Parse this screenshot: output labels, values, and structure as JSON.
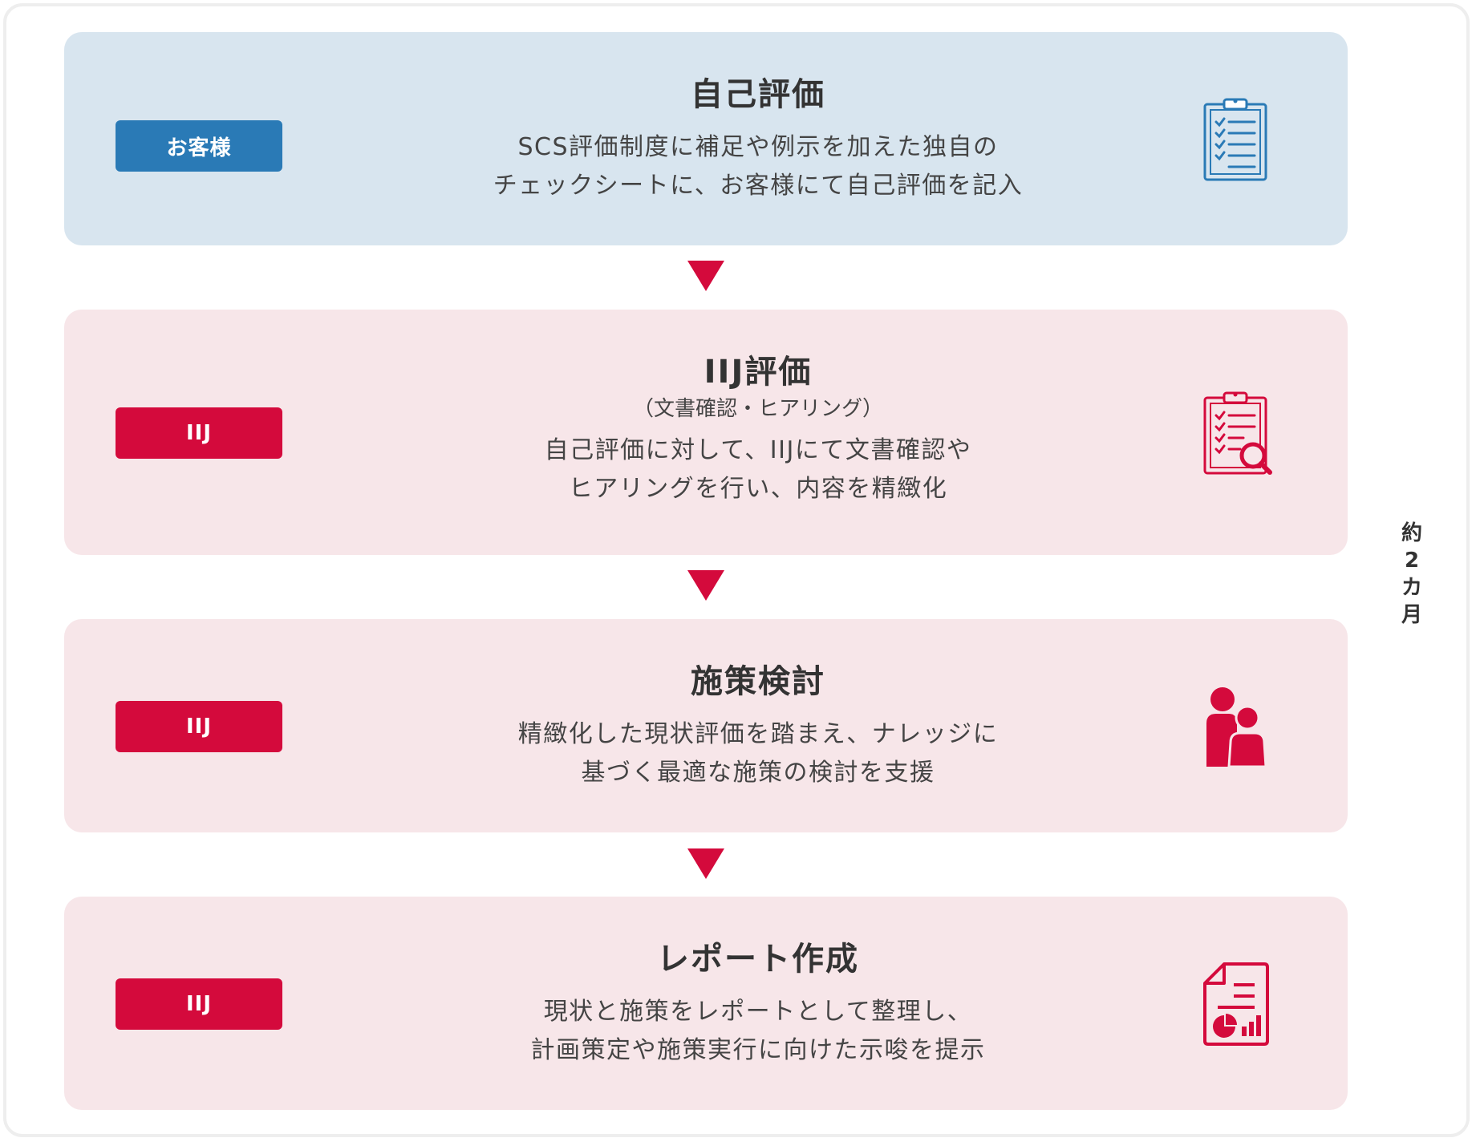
{
  "steps": [
    {
      "badge": "お客様",
      "title": "自己評価",
      "desc_line1": "SCS評価制度に補足や例示を加えた独自の",
      "desc_line2": "チェックシートに、お客様にて自己評価を記入"
    },
    {
      "badge": "IIJ",
      "title": "IIJ評価",
      "subtitle": "（文書確認・ヒアリング）",
      "desc_line1": "自己評価に対して、IIJにて文書確認や",
      "desc_line2": "ヒアリングを行い、内容を精緻化"
    },
    {
      "badge": "IIJ",
      "title": "施策検討",
      "desc_line1": "精緻化した現状評価を踏まえ、ナレッジに",
      "desc_line2": "基づく最適な施策の検討を支援"
    },
    {
      "badge": "IIJ",
      "title": "レポート作成",
      "desc_line1": "現状と施策をレポートとして整理し、",
      "desc_line2": "計画策定や施策実行に向けた示唆を提示"
    }
  ],
  "duration": [
    "約",
    "2",
    "カ",
    "月"
  ],
  "icons": [
    "clipboard-checklist-icon",
    "clipboard-search-icon",
    "people-icon",
    "report-chart-icon"
  ],
  "colors": {
    "customer_bg": "#d8e5ef",
    "customer_badge": "#2a7ab6",
    "iij_bg": "#f7e6e9",
    "iij_red": "#d40a3c"
  }
}
